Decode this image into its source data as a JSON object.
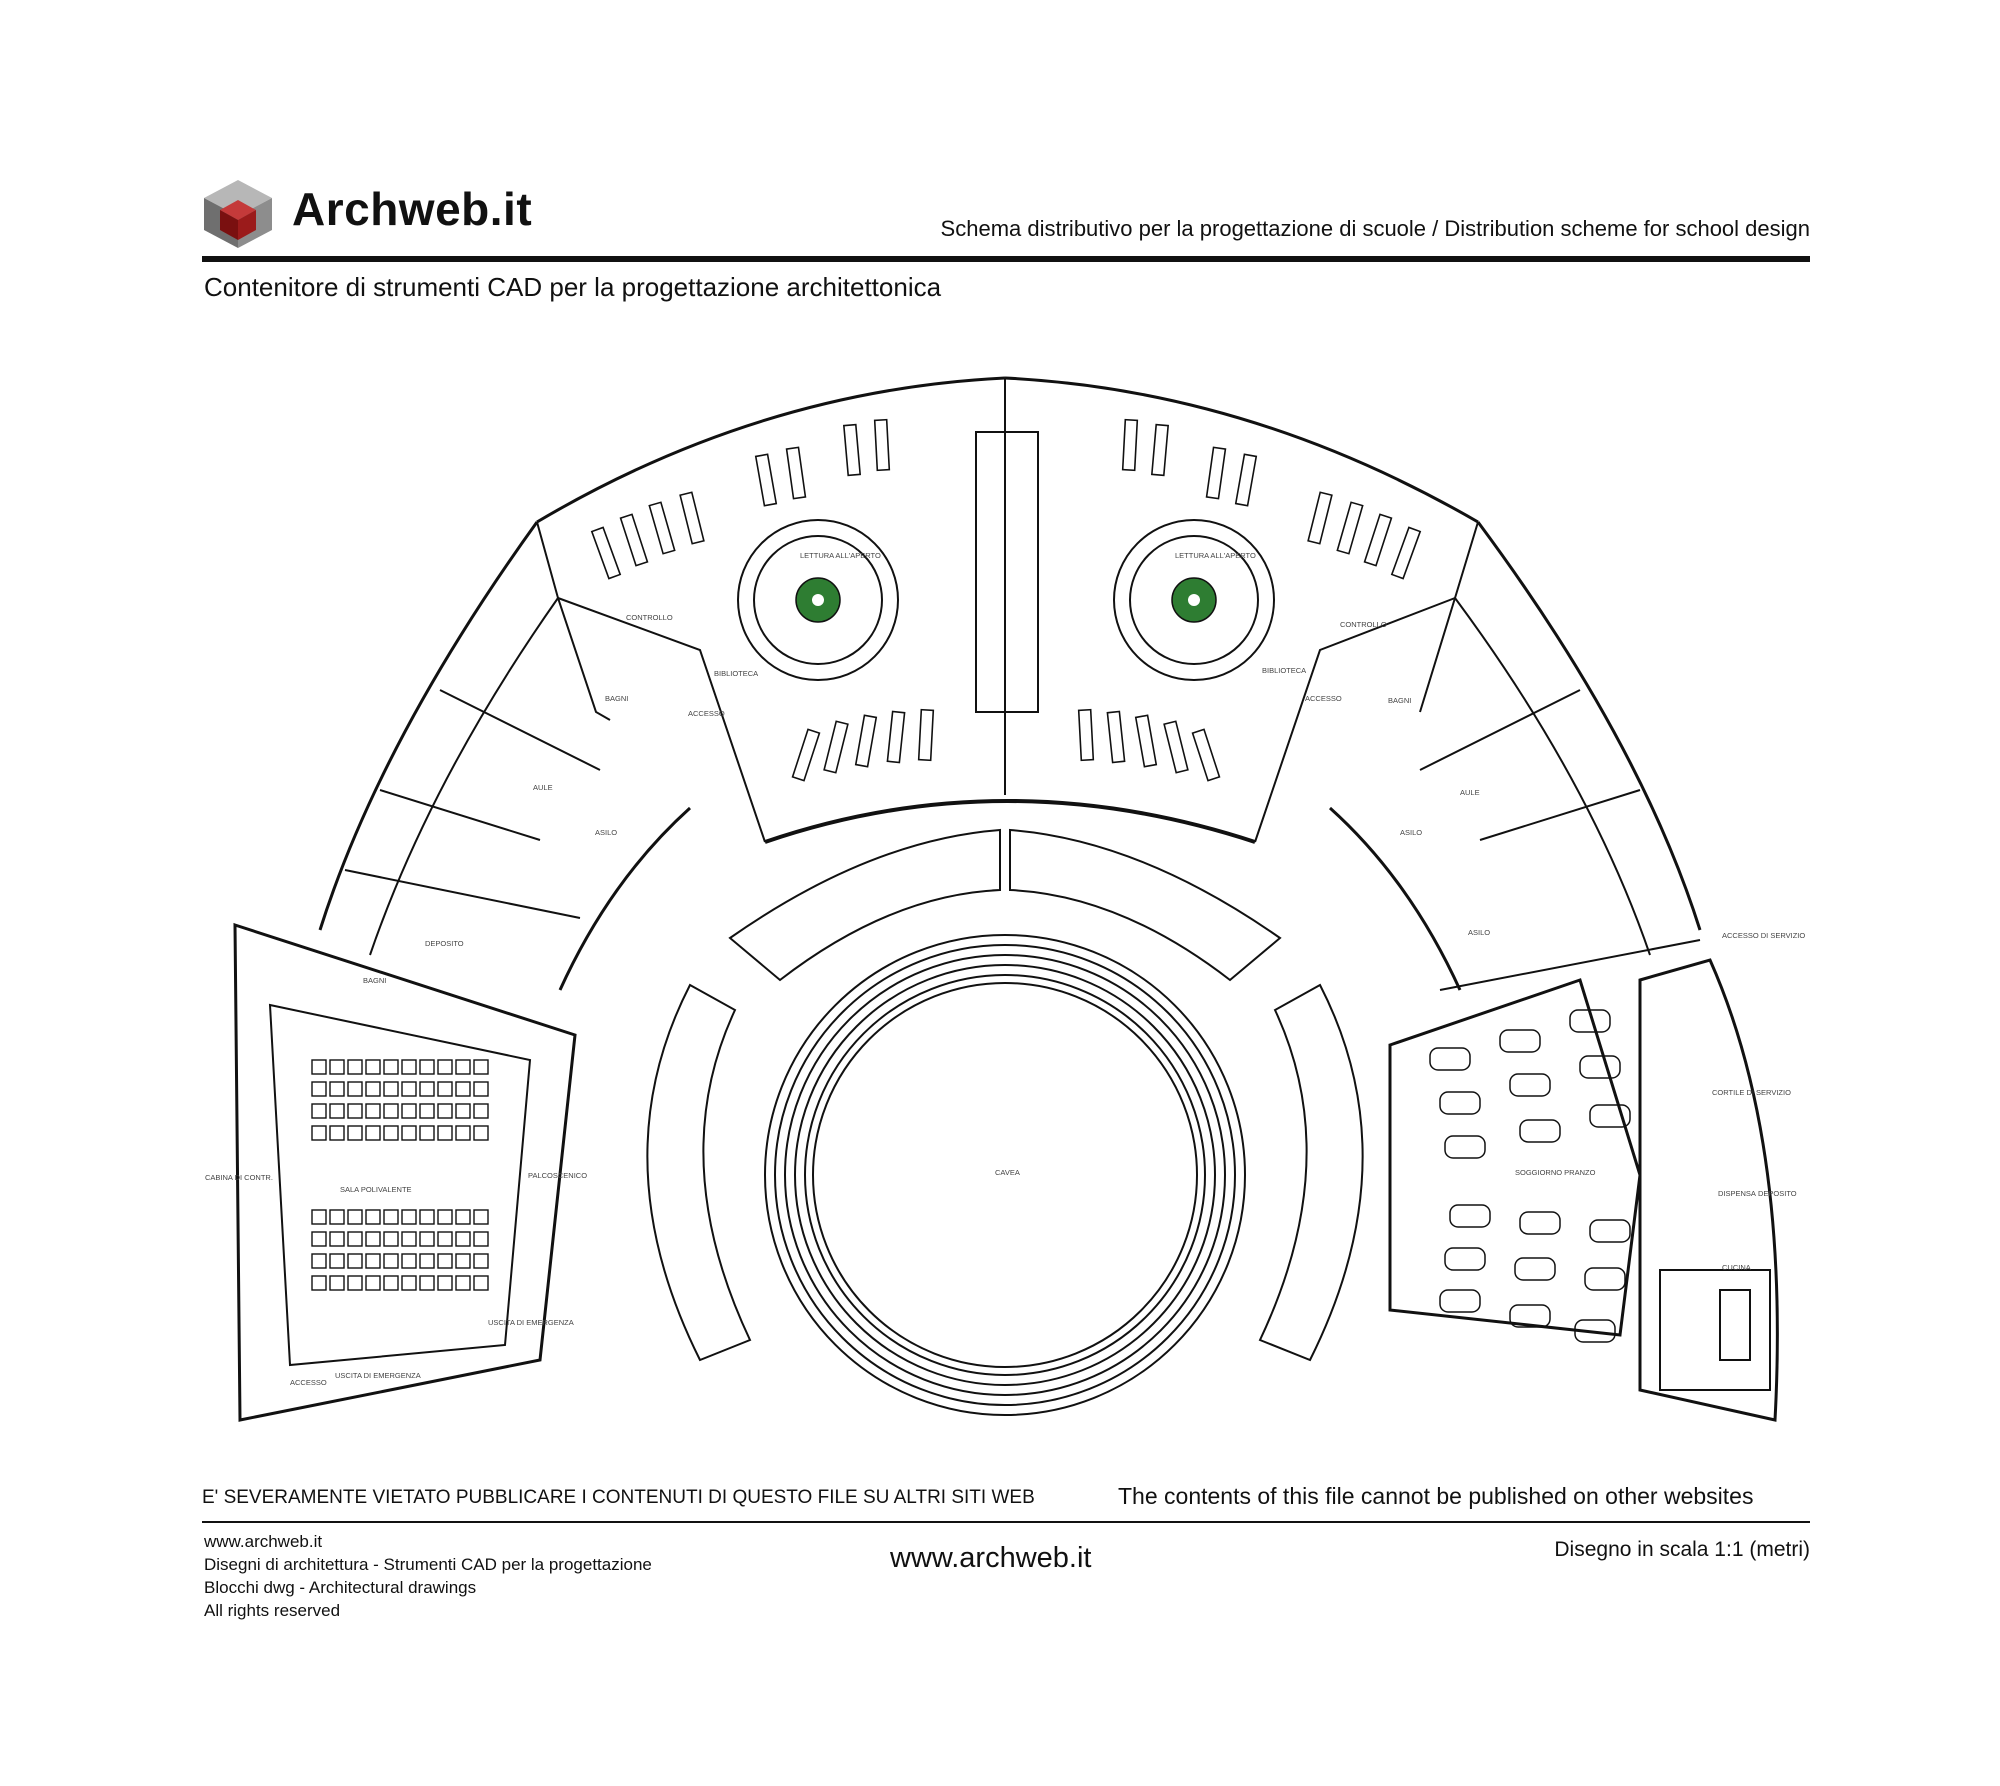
{
  "header": {
    "brand": "Archweb.it",
    "subtitle": "Schema distributivo per la progettazione di scuole  /  Distribution scheme for school design",
    "tagline": "Contenitore di strumenti CAD per la progettazione architettonica"
  },
  "plan": {
    "labels": {
      "lettura_left": "LETTURA ALL'APERTO",
      "lettura_right": "LETTURA ALL'APERTO",
      "controllo_left": "CONTROLLO",
      "controllo_right": "CONTROLLO",
      "biblioteca_left": "BIBLIOTECA",
      "biblioteca_right": "BIBLIOTECA",
      "accesso_left": "ACCESSO",
      "accesso_right": "ACCESSO",
      "bagni_1": "BAGNI",
      "bagni_2": "BAGNI",
      "bagni_3": "BAGNI",
      "aule_left": "AULE",
      "aule_right": "AULE",
      "asilo_1": "ASILO",
      "asilo_2": "ASILO",
      "asilo_3": "ASILO",
      "deposito_left": "DEPOSITO",
      "cavea": "CAVEA",
      "sala": "SALA POLIVALENTE",
      "palcoscenico": "PALCOSCENICO",
      "cabina": "CABINA DI CONTR.",
      "accesso_sala": "ACCESSO",
      "uscita_1": "USCITA DI EMERGENZA",
      "uscita_2": "USCITA DI EMERGENZA",
      "soggiorno": "SOGGIORNO PRANZO",
      "cortile": "CORTILE DI SERVIZIO",
      "accesso_servizio": "ACCESSO DI SERVIZIO",
      "dispensa": "DISPENSA",
      "deposito_right": "DEPOSITO",
      "cucina": "CUCINA"
    }
  },
  "footer": {
    "warning_it": "E' SEVERAMENTE VIETATO PUBBLICARE I CONTENUTI DI QUESTO FILE SU ALTRI SITI WEB",
    "warning_en": "The contents of this file cannot be published on other websites",
    "lines": [
      "www.archweb.it",
      "Disegni di architettura - Strumenti CAD  per la progettazione",
      "Blocchi dwg - Architectural drawings",
      "All rights reserved"
    ],
    "url": "www.archweb.it",
    "scale": "Disegno in scala 1:1 (metri)"
  },
  "colors": {
    "ink": "#111111",
    "logo_red": "#9b1b1b",
    "logo_grey": "#8a8a8a",
    "tree_green": "#2e7d32"
  },
  "icons": {
    "logo": "isometric-cube-icon"
  }
}
